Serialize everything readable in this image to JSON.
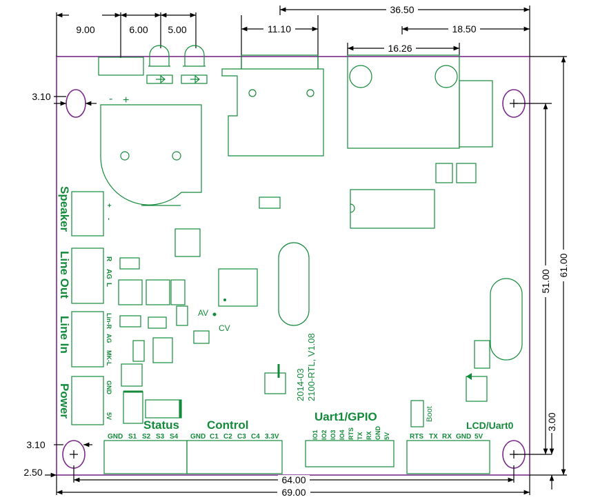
{
  "dimensions": {
    "d_900": "9.00",
    "d_600": "6.00",
    "d_500": "5.00",
    "d_3650": "36.50",
    "d_1110": "11.10",
    "d_1850": "18.50",
    "d_1626": "16.26",
    "d_310_top": "3.10",
    "d_310_bottom": "3.10",
    "d_250": "2.50",
    "d_6400": "64.00",
    "d_6900": "69.00",
    "d_5100": "51.00",
    "d_6100": "61.00",
    "d_300": "3.00"
  },
  "left_labels": {
    "speaker": "Speaker",
    "line_out": "Line Out",
    "line_in": "Line In",
    "power": "Power"
  },
  "pin_labels": {
    "speaker_plus": "+",
    "speaker_minus": "-",
    "lineout_r": "R",
    "lineout_ag": "AG",
    "lineout_l": "L",
    "linein_r": "Lin-R",
    "linein_ag": "AG",
    "linein_mk": "MK-L",
    "power_gnd": "GND",
    "power_5v": "5V",
    "batt_minus": "-",
    "batt_plus": "+"
  },
  "headers": {
    "status_title": "Status",
    "status_pins": [
      "GND",
      "S1",
      "S2",
      "S3",
      "S4"
    ],
    "control_title": "Control",
    "control_pins": [
      "GND",
      "C1",
      "C2",
      "C3",
      "C4",
      "3.3V"
    ],
    "uart1_title": "Uart1/GPIO",
    "uart1_pins": [
      "IO1",
      "IO2",
      "IO3",
      "IO4",
      "RTS",
      "TX",
      "RX",
      "GND",
      "5V"
    ],
    "lcd_title": "LCD/Uart0",
    "lcd_pins": [
      "RTS",
      "TX",
      "RX",
      "GND",
      "5V"
    ]
  },
  "board_text": {
    "av": "AV",
    "cv": "CV",
    "boot": "Boot",
    "date": "2014-03",
    "version": "2100-RTL, V1.08"
  },
  "colors": {
    "silkscreen": "#138a3a",
    "outline": "#7a2a8a",
    "dimension": "#000000"
  }
}
